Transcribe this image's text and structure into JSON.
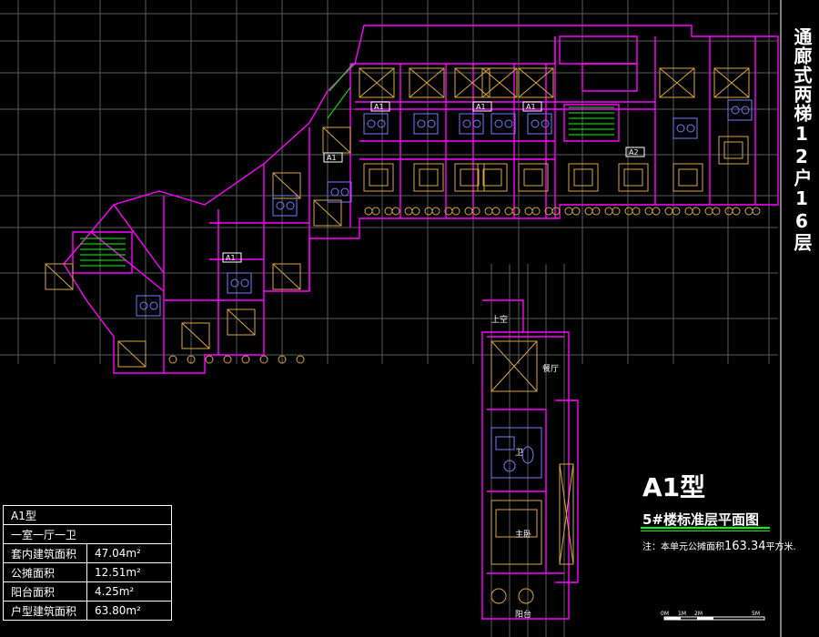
{
  "drawing": {
    "vertical_title": "通廊式两梯12户16层",
    "type_title": "A1型",
    "plan_title": "5#楼标准层平面图",
    "note_prefix": "注：本单元公摊面积",
    "note_value": "163.34",
    "note_suffix": "平方米.",
    "scale_labels": [
      "0M",
      "1M",
      "2M",
      "5M"
    ],
    "room_labels": {
      "balcony": "上空",
      "living": "餐厅",
      "bath": "卫",
      "bedroom": "主卧",
      "terrace": "阳台"
    },
    "unit_tags": [
      "A1",
      "A1",
      "A1",
      "A1",
      "A1",
      "A2"
    ]
  },
  "area_table": {
    "title": "A1型",
    "layout": "一室一厅一卫",
    "rows": [
      {
        "label": "套内建筑面积",
        "value": "47.04m²"
      },
      {
        "label": "公摊面积",
        "value": "12.51m²"
      },
      {
        "label": "阳台面积",
        "value": "4.25m²"
      },
      {
        "label": "户型建筑面积",
        "value": "63.80m²"
      }
    ]
  },
  "colors": {
    "grid": "#5a5a5a",
    "wall": "#ff00ff",
    "furniture": "#d7a640",
    "fixtures": "#6f7dff",
    "green": "#00ff00",
    "text": "#ffffff"
  }
}
